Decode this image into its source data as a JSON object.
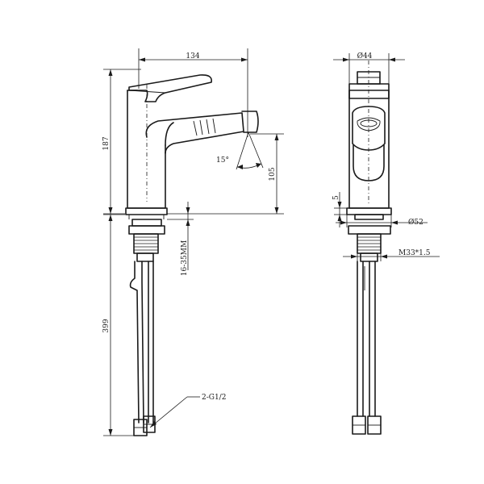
{
  "drawing": {
    "front_view": {
      "dim_spout_reach": "134",
      "dim_total_height": "187",
      "dim_spout_height": "105",
      "dim_angle": "15°",
      "dim_deck_thickness": "16-35MM",
      "dim_hose_length": "399",
      "label_hose_thread": "2-G1/2"
    },
    "side_view": {
      "dim_body_diameter": "Ø44",
      "dim_base_thickness": "5",
      "dim_base_diameter": "Ø52",
      "dim_mount_thread": "M33*1.5"
    },
    "colors": {
      "line": "#1a1a1a",
      "background": "#ffffff"
    }
  }
}
